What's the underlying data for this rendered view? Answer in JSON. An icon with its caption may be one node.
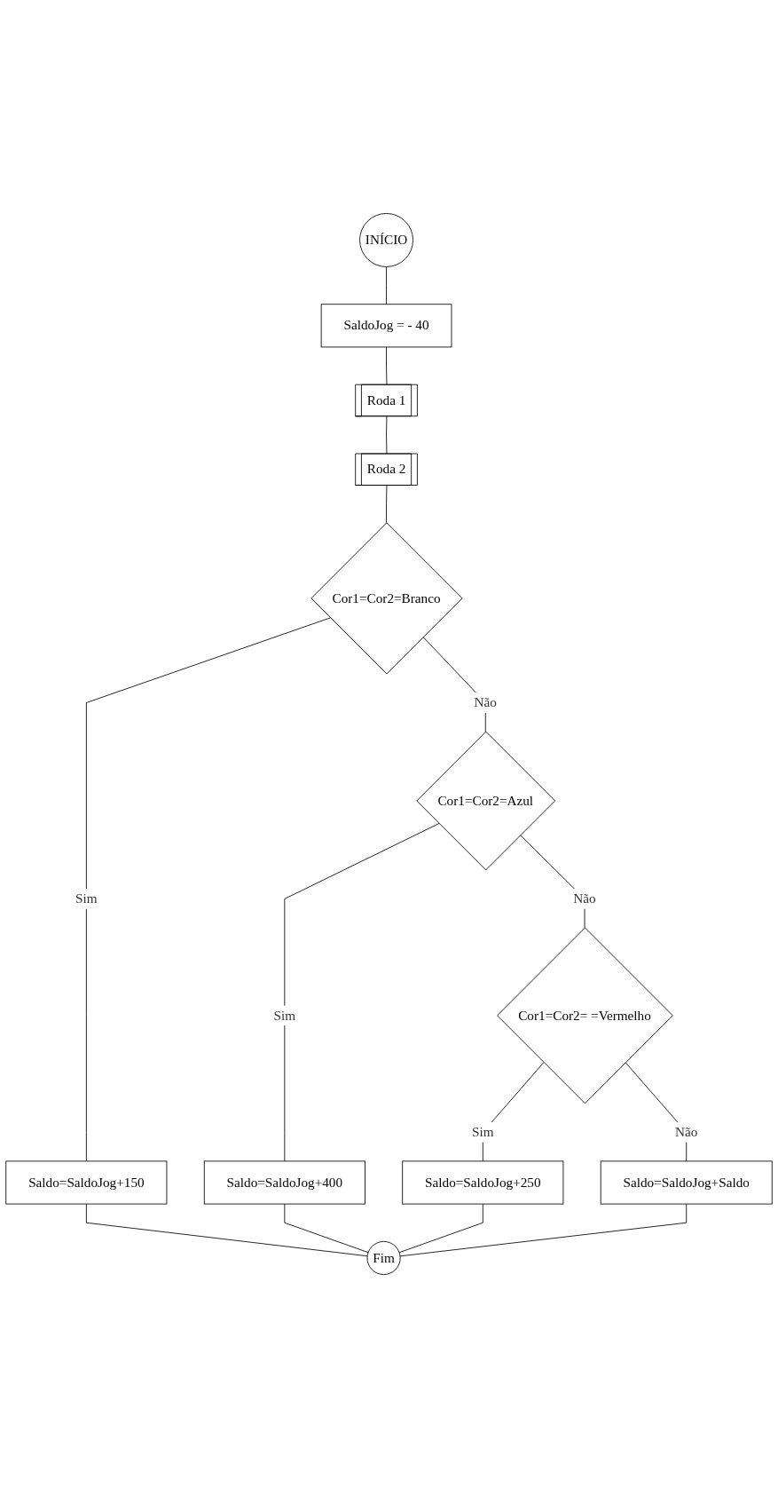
{
  "diagram": {
    "nodes": [
      {
        "text": [
          "INÍCIO"
        ]
      },
      {
        "text": [
          "SaldoJog = - 40"
        ]
      },
      {
        "text": [
          "Roda 1"
        ]
      },
      {
        "text": [
          "Roda 2"
        ]
      },
      {
        "text": [
          "Cor1=Cor2=Branco"
        ]
      },
      {
        "text": [
          "Saldo=SaldoJog+150"
        ]
      },
      {
        "text": [
          "Cor1=Cor2=Azul"
        ]
      },
      {
        "text": [
          "Saldo=SaldoJog+400"
        ]
      },
      {
        "text": [
          "Cor1=Cor2= =Vermelho"
        ]
      },
      {
        "text": [
          "Saldo=SaldoJog+250"
        ]
      },
      {
        "text": [
          "Saldo=SaldoJog+Saldo"
        ]
      },
      {
        "text": [
          "Fim"
        ]
      }
    ],
    "edges": [
      {
        "from": 0,
        "to": 1,
        "arrow": "none"
      },
      {
        "from": 1,
        "to": 2,
        "arrow": "none"
      },
      {
        "from": 2,
        "to": 3,
        "arrow": "none"
      },
      {
        "from": 3,
        "to": 4,
        "arrow": "none"
      },
      {
        "from": 4,
        "to": 5,
        "arrow": "none",
        "label": "Sim"
      },
      {
        "from": 4,
        "to": 6,
        "arrow": "none",
        "label": "Não"
      },
      {
        "from": 6,
        "to": 7,
        "arrow": "none",
        "label": "Sim"
      },
      {
        "from": 6,
        "to": 8,
        "arrow": "none",
        "label": "Não"
      },
      {
        "from": 8,
        "to": 9,
        "arrow": "none",
        "label": "Sim"
      },
      {
        "from": 8,
        "to": 10,
        "arrow": "none",
        "label": "Não"
      },
      {
        "from": 10,
        "to": 11,
        "arrow": "none"
      },
      {
        "from": 5,
        "to": 11,
        "arrow": "none"
      },
      {
        "from": 7,
        "to": 11,
        "arrow": "none"
      },
      {
        "from": 9,
        "to": 11,
        "arrow": "none"
      }
    ]
  }
}
